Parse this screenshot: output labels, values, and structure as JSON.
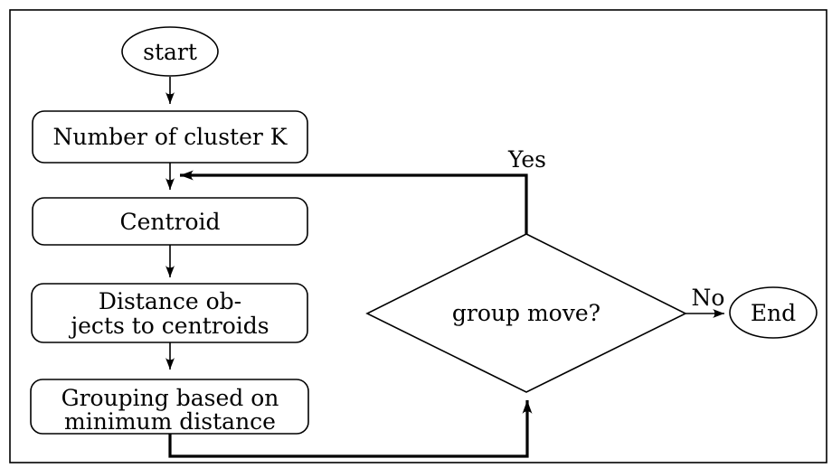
{
  "diagram": {
    "description": "K-means clustering flowchart",
    "colors": {
      "background": "#ffffff",
      "stroke": "#000000",
      "text": "#000000"
    },
    "nodes": {
      "start": {
        "label": "start",
        "shape": "ellipse"
      },
      "num_cluster": {
        "label": "Number of cluster K",
        "shape": "rounded-rect"
      },
      "centroid": {
        "label": "Centroid",
        "shape": "rounded-rect"
      },
      "distance": {
        "line1": "Distance ob-",
        "line2": "jects to centroids",
        "shape": "rounded-rect"
      },
      "grouping": {
        "line1": "Grouping based on",
        "line2": "minimum distance",
        "shape": "rounded-rect"
      },
      "decision": {
        "label": "group move?",
        "shape": "diamond"
      },
      "end": {
        "label": "End",
        "shape": "ellipse"
      }
    },
    "edge_labels": {
      "yes": "Yes",
      "no": "No"
    }
  }
}
